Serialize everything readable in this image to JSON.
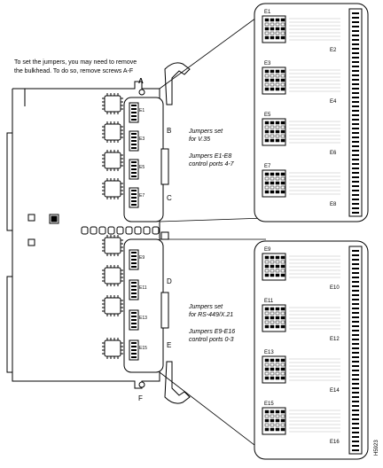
{
  "instructions": {
    "line1": "To set the jumpers, you may need to remove",
    "line2": "the bulkhead. To do so, remove screws A-F"
  },
  "screws": {
    "a": "A",
    "b": "B",
    "c": "C",
    "d": "D",
    "e": "E",
    "f": "F"
  },
  "upper_callout": {
    "jumpers_line1": "Jumpers set",
    "jumpers_line2": "for V.35",
    "control_line1": "Jumpers E1-E8",
    "control_line2": "control ports 4-7"
  },
  "lower_callout": {
    "jumpers_line1": "Jumpers set",
    "jumpers_line2": "for RS-449/X.21",
    "control_line1": "Jumpers E9-E16",
    "control_line2": "control ports 0-3"
  },
  "upper_jumpers": [
    "E1",
    "E2",
    "E3",
    "E4",
    "E5",
    "E6",
    "E7",
    "E8"
  ],
  "lower_jumpers": [
    "E9",
    "E10",
    "E11",
    "E12",
    "E13",
    "E14",
    "E15",
    "E16"
  ],
  "board_labels": {
    "upper": [
      "E1",
      "E3",
      "E5",
      "E7"
    ],
    "lower": [
      "E9",
      "E11",
      "E13",
      "E15"
    ]
  },
  "figure_id": "H5923"
}
